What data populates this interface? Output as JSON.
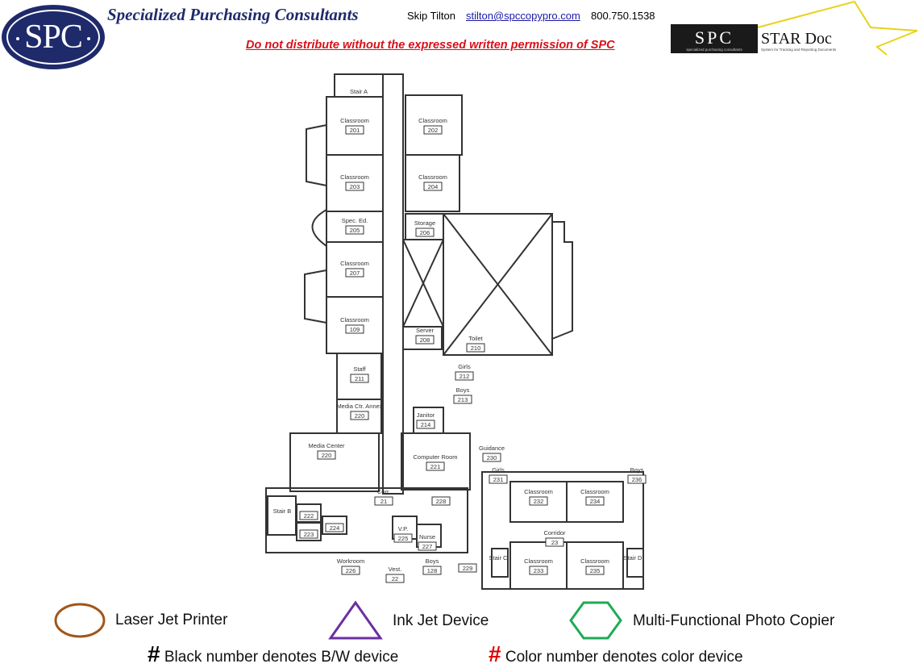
{
  "header": {
    "logo_text": "SPC",
    "company_name": "Specialized Purchasing Consultants",
    "contact_name": "Skip Tilton",
    "contact_email": "stilton@spccopypro.com",
    "contact_phone": "800.750.1538",
    "warning": "Do not distribute without the expressed written permission of SPC",
    "star_logo": {
      "left_text": "SPC",
      "right_text": "STAR Doc",
      "left_subtext": "specialized purchasing consultants",
      "right_subtext": "System for Tracking and Reporting Documents"
    }
  },
  "floor_plan": {
    "rooms": [
      {
        "name": "Stair A",
        "number": ""
      },
      {
        "name": "Classroom",
        "number": "201"
      },
      {
        "name": "Classroom",
        "number": "202"
      },
      {
        "name": "Classroom",
        "number": "203"
      },
      {
        "name": "Classroom",
        "number": "204"
      },
      {
        "name": "Spec. Ed.",
        "number": "205"
      },
      {
        "name": "Storage",
        "number": "206"
      },
      {
        "name": "Classroom",
        "number": "207"
      },
      {
        "name": "Classroom",
        "number": "109"
      },
      {
        "name": "Server",
        "number": "208"
      },
      {
        "name": "Toilet",
        "number": "210"
      },
      {
        "name": "Staff",
        "number": "211"
      },
      {
        "name": "Girls",
        "number": "212"
      },
      {
        "name": "Boys",
        "number": "213"
      },
      {
        "name": "Media Ctr. Annex",
        "number": "220"
      },
      {
        "name": "Janitor",
        "number": "214"
      },
      {
        "name": "Media Center",
        "number": "220"
      },
      {
        "name": "Computer Room",
        "number": "221"
      },
      {
        "name": "Guidance",
        "number": "230"
      },
      {
        "name": "Girls",
        "number": "231"
      },
      {
        "name": "Classroom",
        "number": "232"
      },
      {
        "name": "Classroom",
        "number": "234"
      },
      {
        "name": "Boys",
        "number": "236"
      },
      {
        "name": "Corridor",
        "number": "23"
      },
      {
        "name": "Classroom",
        "number": "233"
      },
      {
        "name": "Classroom",
        "number": "235"
      },
      {
        "name": "Corr.",
        "number": "21"
      },
      {
        "name": "Stair B",
        "number": ""
      },
      {
        "name": "",
        "number": "222"
      },
      {
        "name": "",
        "number": "223"
      },
      {
        "name": "",
        "number": "224"
      },
      {
        "name": "Workroom",
        "number": "226"
      },
      {
        "name": "V.P.",
        "number": "225"
      },
      {
        "name": "Nurse",
        "number": "227"
      },
      {
        "name": "Boys",
        "number": "128"
      },
      {
        "name": "Vest.",
        "number": "22"
      },
      {
        "name": "",
        "number": "229"
      },
      {
        "name": "",
        "number": "228"
      },
      {
        "name": "Stair C",
        "number": ""
      },
      {
        "name": "Stair D",
        "number": ""
      }
    ]
  },
  "legend": {
    "laser": {
      "label": "Laser Jet Printer",
      "color": "#a0561a"
    },
    "inkjet": {
      "label": "Ink Jet Device",
      "color": "#6a2fa0"
    },
    "mfp": {
      "label": "Multi-Functional Photo Copier",
      "color": "#1faa55"
    },
    "hash_symbol": "#",
    "bw_note": "Black number denotes B/W device",
    "color_note": "Color number denotes color device",
    "bw_color": "#000000",
    "color_color": "#e00000"
  }
}
